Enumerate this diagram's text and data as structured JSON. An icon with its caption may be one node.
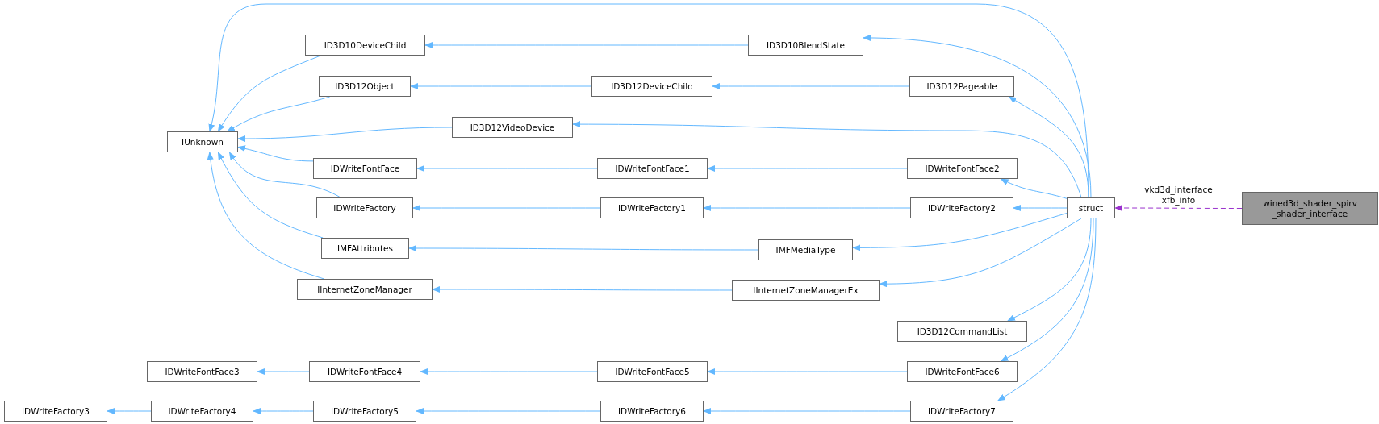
{
  "diagram": {
    "nodes": [
      {
        "text": [
          "IUnknown"
        ]
      },
      {
        "text": [
          "ID3D10DeviceChild"
        ]
      },
      {
        "text": [
          "ID3D12Object"
        ]
      },
      {
        "text": [
          "ID3D12VideoDevice"
        ]
      },
      {
        "text": [
          "IDWriteFontFace"
        ]
      },
      {
        "text": [
          "IDWriteFactory"
        ]
      },
      {
        "text": [
          "IMFAttributes"
        ]
      },
      {
        "text": [
          "IInternetZoneManager"
        ]
      },
      {
        "text": [
          "IDWriteFontFace3"
        ]
      },
      {
        "text": [
          "IDWriteFontFace4"
        ]
      },
      {
        "text": [
          "IDWriteFactory3"
        ]
      },
      {
        "text": [
          "IDWriteFactory4"
        ]
      },
      {
        "text": [
          "IDWriteFactory5"
        ]
      },
      {
        "text": [
          "ID3D10BlendState"
        ]
      },
      {
        "text": [
          "ID3D12DeviceChild"
        ]
      },
      {
        "text": [
          "IDWriteFontFace1"
        ]
      },
      {
        "text": [
          "IDWriteFactory1"
        ]
      },
      {
        "text": [
          "IMFMediaType"
        ]
      },
      {
        "text": [
          "IInternetZoneManagerEx"
        ]
      },
      {
        "text": [
          "IDWriteFontFace5"
        ]
      },
      {
        "text": [
          "IDWriteFactory6"
        ]
      },
      {
        "text": [
          "ID3D12Pageable"
        ]
      },
      {
        "text": [
          "IDWriteFontFace2"
        ]
      },
      {
        "text": [
          "IDWriteFactory2"
        ]
      },
      {
        "text": [
          "ID3D12CommandList"
        ]
      },
      {
        "text": [
          "IDWriteFontFace6"
        ]
      },
      {
        "text": [
          "IDWriteFactory7"
        ]
      },
      {
        "text": [
          "struct"
        ]
      },
      {
        "text": [
          "wined3d_shader_spirv _shader_interface"
        ]
      }
    ],
    "edges": [
      {
        "from": 27,
        "to": 0,
        "arrow": "to"
      },
      {
        "from": 1,
        "to": 0,
        "arrow": "to"
      },
      {
        "from": 2,
        "to": 0,
        "arrow": "to"
      },
      {
        "from": 3,
        "to": 0,
        "arrow": "to"
      },
      {
        "from": 4,
        "to": 0,
        "arrow": "to"
      },
      {
        "from": 5,
        "to": 0,
        "arrow": "to"
      },
      {
        "from": 6,
        "to": 0,
        "arrow": "to"
      },
      {
        "from": 7,
        "to": 0,
        "arrow": "to"
      },
      {
        "from": 13,
        "to": 1,
        "arrow": "to"
      },
      {
        "from": 14,
        "to": 2,
        "arrow": "to"
      },
      {
        "from": 15,
        "to": 4,
        "arrow": "to"
      },
      {
        "from": 16,
        "to": 5,
        "arrow": "to"
      },
      {
        "from": 17,
        "to": 6,
        "arrow": "to"
      },
      {
        "from": 18,
        "to": 7,
        "arrow": "to"
      },
      {
        "from": 21,
        "to": 14,
        "arrow": "to"
      },
      {
        "from": 22,
        "to": 15,
        "arrow": "to"
      },
      {
        "from": 23,
        "to": 16,
        "arrow": "to"
      },
      {
        "from": 27,
        "to": 13,
        "arrow": "to"
      },
      {
        "from": 27,
        "to": 21,
        "arrow": "to"
      },
      {
        "from": 27,
        "to": 3,
        "arrow": "to"
      },
      {
        "from": 27,
        "to": 22,
        "arrow": "to"
      },
      {
        "from": 27,
        "to": 23,
        "arrow": "to"
      },
      {
        "from": 27,
        "to": 17,
        "arrow": "to"
      },
      {
        "from": 27,
        "to": 18,
        "arrow": "to"
      },
      {
        "from": 27,
        "to": 24,
        "arrow": "to"
      },
      {
        "from": 27,
        "to": 25,
        "arrow": "to"
      },
      {
        "from": 27,
        "to": 26,
        "arrow": "to"
      },
      {
        "from": 9,
        "to": 8,
        "arrow": "to"
      },
      {
        "from": 19,
        "to": 9,
        "arrow": "to"
      },
      {
        "from": 25,
        "to": 19,
        "arrow": "to"
      },
      {
        "from": 11,
        "to": 10,
        "arrow": "to"
      },
      {
        "from": 12,
        "to": 11,
        "arrow": "to"
      },
      {
        "from": 20,
        "to": 12,
        "arrow": "to"
      },
      {
        "from": 26,
        "to": 20,
        "arrow": "to"
      },
      {
        "from": 28,
        "to": 27,
        "arrow": "to",
        "label": "vkd3d_interface xfb_info",
        "style": "dashed",
        "color": "#9a32cd"
      }
    ]
  }
}
